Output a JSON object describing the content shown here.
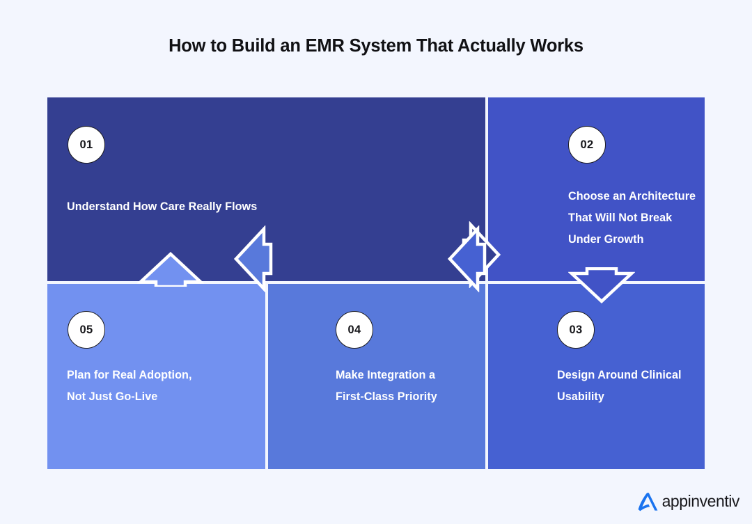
{
  "title": "How to Build an EMR System That Actually Works",
  "colors": {
    "background": "#f3f6fe",
    "panel_01": "#343f91",
    "panel_02": "#4153c6",
    "panel_03": "#4661d2",
    "panel_04": "#5879db",
    "panel_05": "#7291f0",
    "title_text": "#111114",
    "panel_text": "#ffffff",
    "badge_bg": "#ffffff",
    "badge_text": "#17171b",
    "divider": "#ffffff",
    "logo_mark": "#1a73ef",
    "logo_text": "#17171b"
  },
  "steps": [
    {
      "number": "01",
      "label": "Understand How Care Really Flows"
    },
    {
      "number": "02",
      "label": "Choose an Architecture\nThat Will Not Break\nUnder Growth"
    },
    {
      "number": "03",
      "label": "Design Around Clinical\nUsability"
    },
    {
      "number": "04",
      "label": "Make Integration a\nFirst-Class Priority"
    },
    {
      "number": "05",
      "label": "Plan for Real Adoption,\nNot Just Go-Live"
    }
  ],
  "flow": {
    "connectors": [
      {
        "from": "01",
        "to": "02",
        "direction": "right"
      },
      {
        "from": "02",
        "to": "03",
        "direction": "down"
      },
      {
        "from": "03",
        "to": "04",
        "direction": "left"
      },
      {
        "from": "04",
        "to": "05",
        "direction": "left"
      },
      {
        "from": "05",
        "to": "01",
        "direction": "up"
      }
    ]
  },
  "logo": {
    "wordmark": "appinventiv"
  }
}
